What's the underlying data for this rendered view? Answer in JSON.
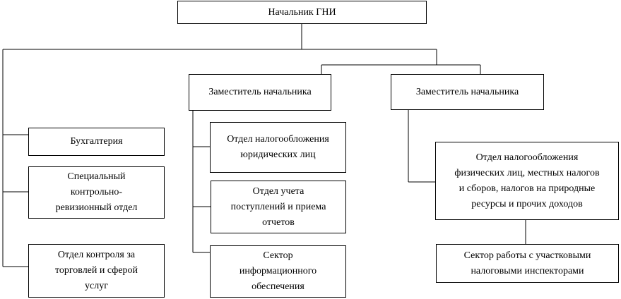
{
  "org_chart": {
    "head": "Начальник ГНИ",
    "left_units": [
      "Бухгалтерия",
      "Специальный\nконтрольно-\nревизионный отдел",
      "Отдел контроля за\nторговлей и сферой\nуслуг"
    ],
    "deputy_1": {
      "title": "Заместитель начальника",
      "units": [
        "Отдел налогообложения\nюридических лиц",
        "Отдел учета\nпоступлений и приема\nотчетов",
        "Сектор\nинформационного\nобеспечения"
      ]
    },
    "deputy_2": {
      "title": "Заместитель начальника",
      "units": [
        "Отдел налогообложения\nфизических лиц, местных налогов\nи сборов, налогов на природные\nресурсы и прочих доходов",
        "Сектор работы с участковыми\nналоговыми инспекторами"
      ]
    }
  }
}
